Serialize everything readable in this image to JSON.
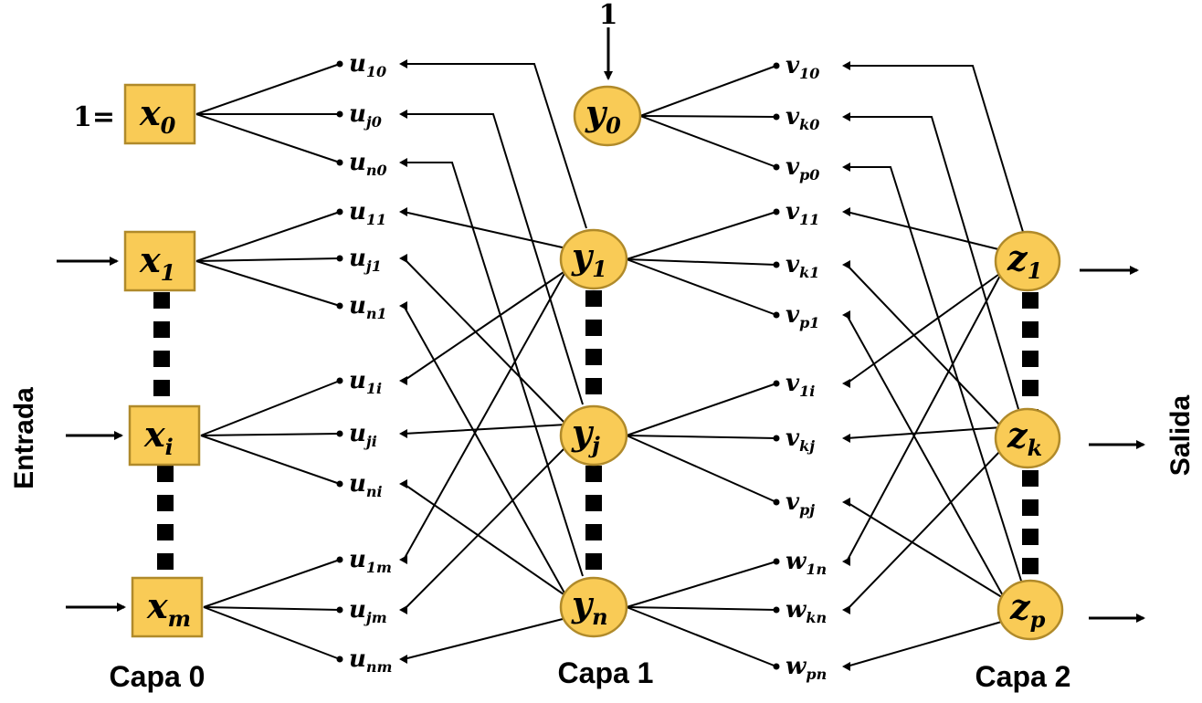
{
  "title": "",
  "input_label": "Entrada",
  "output_label": "Salida",
  "bias_input_prefix": "1=",
  "bias_arrow_label": "1",
  "layers": [
    {
      "name": "Capa 0",
      "nodes": [
        {
          "id": "x0",
          "main": "x",
          "sub": "0"
        },
        {
          "id": "x1",
          "main": "x",
          "sub": "1"
        },
        {
          "id": "xi",
          "main": "x",
          "sub": "i"
        },
        {
          "id": "xm",
          "main": "x",
          "sub": "m"
        }
      ]
    },
    {
      "name": "Capa 1",
      "nodes": [
        {
          "id": "y0",
          "main": "y",
          "sub": "0"
        },
        {
          "id": "y1",
          "main": "y",
          "sub": "1"
        },
        {
          "id": "yj",
          "main": "y",
          "sub": "j"
        },
        {
          "id": "yn",
          "main": "y",
          "sub": "n"
        }
      ]
    },
    {
      "name": "Capa 2",
      "nodes": [
        {
          "id": "z1",
          "main": "z",
          "sub": "1"
        },
        {
          "id": "zk",
          "main": "z",
          "sub": "k"
        },
        {
          "id": "zp",
          "main": "z",
          "sub": "p"
        }
      ]
    }
  ],
  "weights_u": [
    {
      "main": "u",
      "sub": "10"
    },
    {
      "main": "u",
      "sub": "j0"
    },
    {
      "main": "u",
      "sub": "n0"
    },
    {
      "main": "u",
      "sub": "11"
    },
    {
      "main": "u",
      "sub": "j1"
    },
    {
      "main": "u",
      "sub": "n1"
    },
    {
      "main": "u",
      "sub": "1i"
    },
    {
      "main": "u",
      "sub": "ji"
    },
    {
      "main": "u",
      "sub": "ni"
    },
    {
      "main": "u",
      "sub": "1m"
    },
    {
      "main": "u",
      "sub": "jm"
    },
    {
      "main": "u",
      "sub": "nm"
    }
  ],
  "weights_v": [
    {
      "main": "v",
      "sub": "10"
    },
    {
      "main": "v",
      "sub": "k0"
    },
    {
      "main": "v",
      "sub": "p0"
    },
    {
      "main": "v",
      "sub": "11"
    },
    {
      "main": "v",
      "sub": "k1"
    },
    {
      "main": "v",
      "sub": "p1"
    },
    {
      "main": "v",
      "sub": "1i"
    },
    {
      "main": "v",
      "sub": "kj"
    },
    {
      "main": "v",
      "sub": "pj"
    },
    {
      "main": "w",
      "sub": "1n"
    },
    {
      "main": "w",
      "sub": "kn"
    },
    {
      "main": "w",
      "sub": "pn"
    }
  ]
}
